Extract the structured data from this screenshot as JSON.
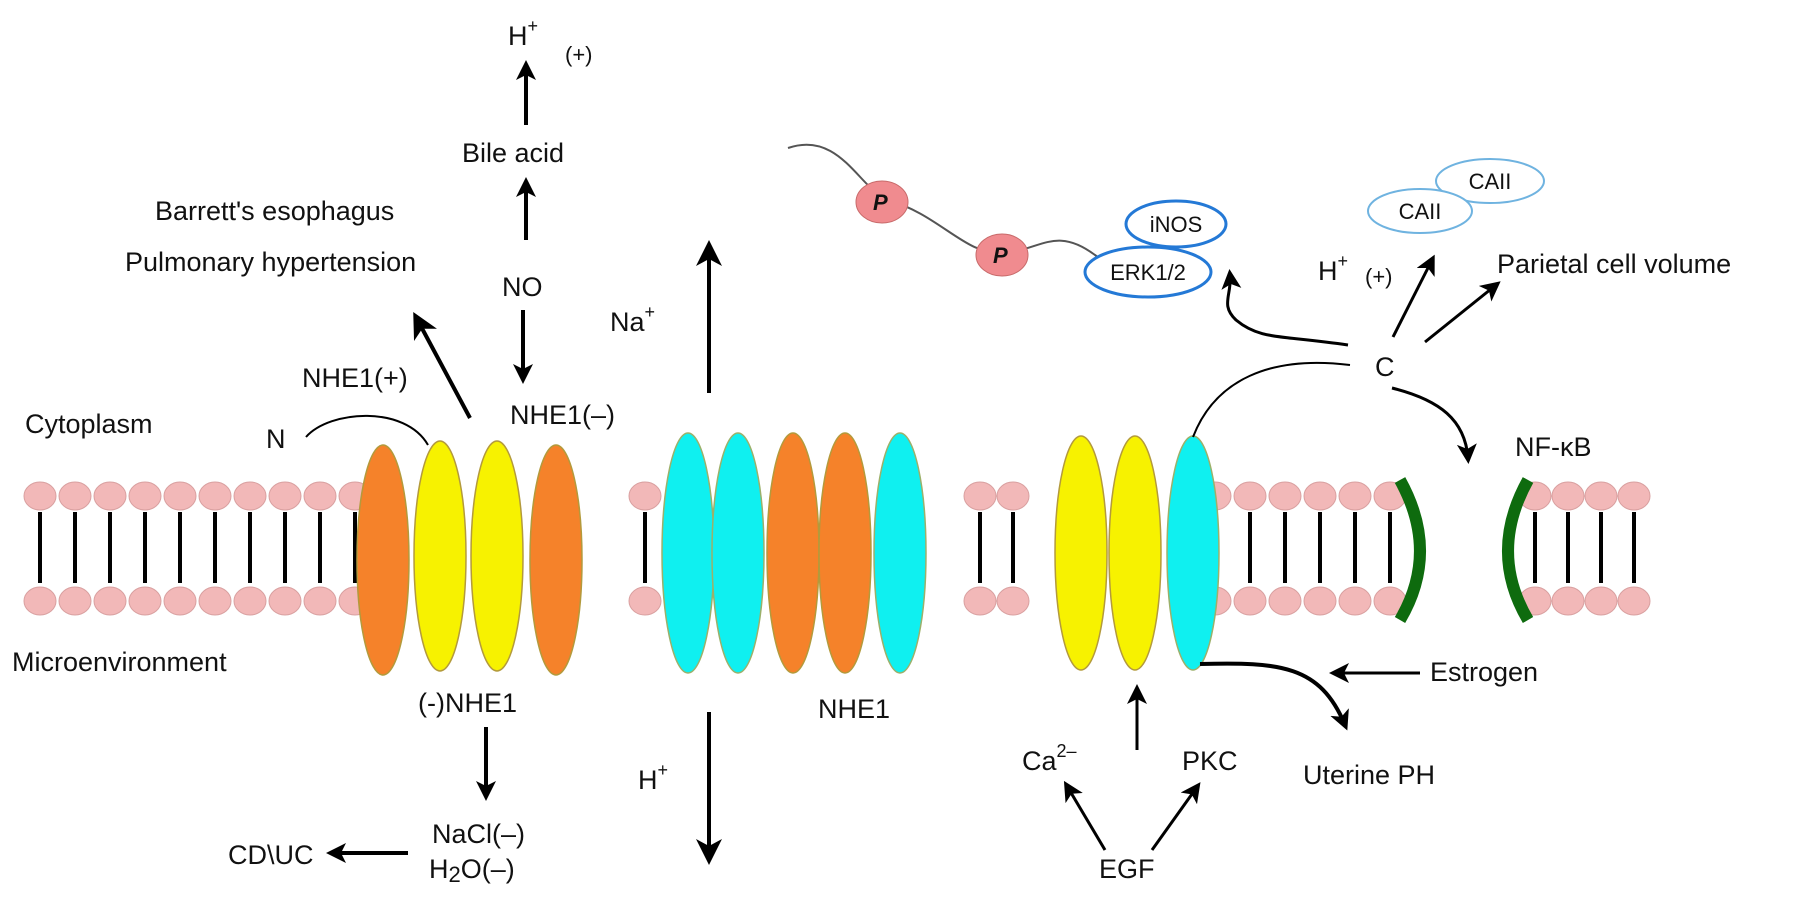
{
  "colors": {
    "orange": "#f5822a",
    "yellow": "#f7f200",
    "cyan": "#0ff0f0",
    "lipid_head": "#f2b8b8",
    "phospho": "#f08b8f",
    "oval_blue": "#2479d6",
    "caii_blue": "#6fb3e0",
    "nfkb_green": "#0e6b0e"
  },
  "regions": {
    "cytoplasm": "Cytoplasm",
    "microenvironment": "Microenvironment"
  },
  "left_cluster": {
    "h_plus": "H",
    "h_sup": "+",
    "h_effect": "(+)",
    "bile_acid": "Bile acid",
    "barretts": "Barrett's esophagus",
    "pulmonary": "Pulmonary hypertension",
    "no": "NO",
    "nhe1_plus": "NHE1(+)",
    "nhe1_minus": "NHE1(–)",
    "n_term": "N",
    "neg_nhe1": "(-)NHE1",
    "nacl": "NaCl(–)",
    "h2o_pre": "H",
    "h2o_sub": "2",
    "h2o_post": "O(–)",
    "cd_uc": "CD\\UC"
  },
  "center_cluster": {
    "na": "Na",
    "na_sup": "+",
    "h": "H",
    "h_sup": "+",
    "nhe1": "NHE1"
  },
  "right_cluster": {
    "phospho1": "P",
    "phospho2": "P",
    "inos": "iNOS",
    "erk": "ERK1/2",
    "caii_1": "CAII",
    "caii_2": "CAII",
    "h_plus": "H",
    "h_sup": "+",
    "h_effect": "(+)",
    "parietal": "Parietal cell volume",
    "c_term": "C",
    "nfkb": "NF-κB",
    "estrogen": "Estrogen",
    "uterine": "Uterine PH",
    "ca": "Ca",
    "ca_sup": "2–",
    "pkc": "PKC",
    "egf": "EGF"
  }
}
